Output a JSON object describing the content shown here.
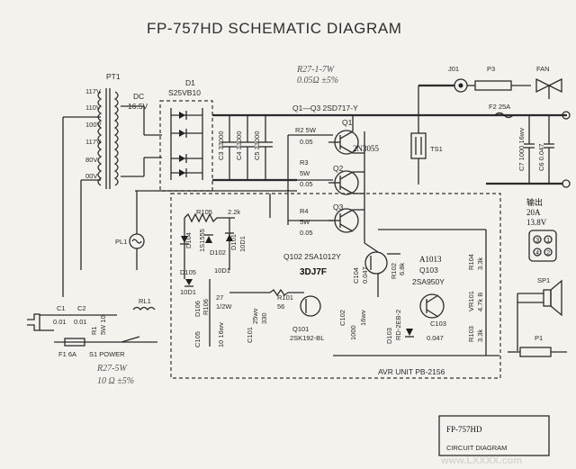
{
  "title": "FP-757HD SCHEMATIC DIAGRAM",
  "transformer": {
    "ref": "PT1",
    "taps": [
      "117V",
      "110V",
      "100V",
      "117V",
      "80V",
      "00V"
    ]
  },
  "bridge": {
    "ref": "D1",
    "part": "S25VB10",
    "dc_label": "DC",
    "dc_voltage": "16.5V"
  },
  "filter_caps": [
    "C3 33000",
    "C4 33000",
    "C5 33000"
  ],
  "notes": {
    "r27_top": "R27-1-7W",
    "r27_top_value": "0.05Ω ±5%",
    "r27_bottom": "R27-5W",
    "r27_bottom_value": "10 Ω ±5%"
  },
  "pass_transistors": {
    "group_label": "Q1—Q3   2SD717-Y",
    "refs": [
      "Q1",
      "Q2",
      "Q3"
    ],
    "annotation": "2N3055"
  },
  "emitter_resistors": [
    {
      "ref": "R2  5W",
      "value": "0.05"
    },
    {
      "ref": "R3",
      "watt": "5W",
      "value": "0.05"
    },
    {
      "ref": "R4",
      "watt": "5W",
      "value": "0.05"
    }
  ],
  "thermal_switch": "TS1",
  "jack_j01": "J01",
  "plug_p3": "P3",
  "fan": "FAN",
  "fuse_f2": "F2  25A",
  "output_caps": {
    "c7": "C7 1000 16wv",
    "c6": "C6 0.047"
  },
  "output_annotation": [
    "输出",
    "20A",
    "13.8V"
  ],
  "connector_pins": [
    "3",
    "1",
    "4",
    "2"
  ],
  "speaker_sp1": "SP1",
  "plug_p1": "P1",
  "avr_unit_label": "AVR  UNIT    PB-2156",
  "avr": {
    "r105": "R105",
    "r105_value": "2.2k",
    "d104": "D104",
    "d104_part": "1S1555",
    "d101": "D101",
    "d101_part": "10D1",
    "d102": "D102",
    "d102_part": "10D1",
    "d105": "D105",
    "d105_part": "10D1",
    "d106": "D106",
    "r106": "R106",
    "r106_value": "27",
    "r106_watt": "1/2W",
    "c105": "C105",
    "c105_value": "10 16wv",
    "c101": "C101",
    "c101_v": "25wv",
    "c101_value": "330",
    "r101": "R101",
    "r101_value": "56",
    "q101": "Q101",
    "q101_part": "2SK192-BL",
    "q102_label": "Q102  2SA1012Y",
    "c103_label": "C104",
    "c103_value": "0.047",
    "r102": "R102",
    "r102_value": "6.8k",
    "q103": "Q103",
    "q103_part": "2SA950Y",
    "r104": "R104",
    "r104_value": "3.3k",
    "vr101": "VR101",
    "vr101_value": "4.7k B",
    "r103": "R103",
    "r103_value": "3.3k",
    "c102": "C102",
    "c102_value": "1000",
    "c102_v": "16wv",
    "d103": "D103",
    "d103_part": "RD-2EB-2",
    "c103": "C103"
  },
  "annotations": {
    "q101_replacement": "3DJ7F",
    "q102_replacement": "A1013"
  },
  "pilot_lamp": "PL1",
  "primary": {
    "c1": "C1",
    "c1_value": "0.01",
    "c2": "C2",
    "c2_value": "0.01",
    "r1": "R1",
    "r1_value": "5W 10",
    "rl1": "RL1",
    "f1": "F1  6A",
    "s1": "S1 POWER"
  },
  "stamp": {
    "model": "FP-757HD",
    "caption": "CIRCUIT  DIAGRAM"
  },
  "watermark": "www.LXXXX.com"
}
